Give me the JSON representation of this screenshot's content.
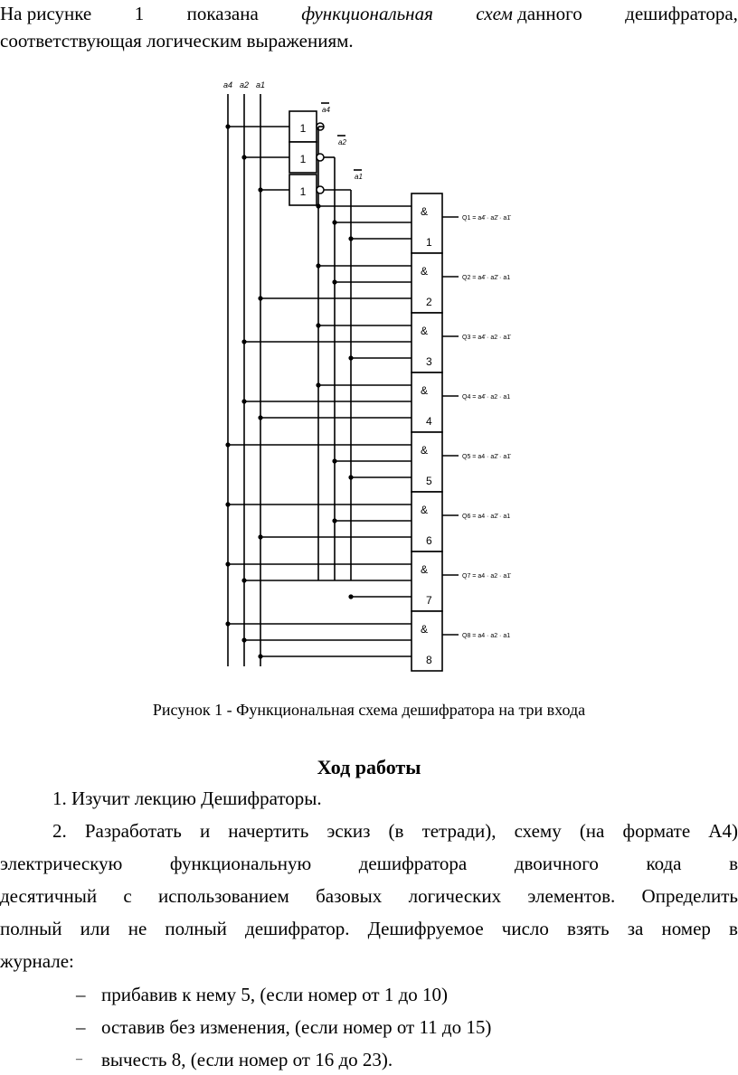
{
  "intro": {
    "line1_words": [
      "На рисунке",
      "1",
      "показана",
      "функциональная",
      "схем данного",
      "дешифратора,"
    ],
    "line1_italic_index": 3,
    "line1_italic_word": "функциональная",
    "line1_italic_word2": "схем",
    "line2": "соответствующая логическим выражениям."
  },
  "figure": {
    "input_labels": [
      "a4",
      "a2",
      "a1"
    ],
    "inverter_symbol": "1",
    "and_symbol": "&",
    "and_gates": [
      "1",
      "2",
      "3",
      "4",
      "5",
      "6",
      "7",
      "8"
    ],
    "inverted_labels": [
      "a4",
      "a2",
      "a1"
    ],
    "outputs": [
      "Q1 = a4̄ · a2̄ · a1̄",
      "Q2 = a4̄ · a2̄ · a1",
      "Q3 = a4̄ · a2 · a1̄",
      "Q4 = a4̄ · a2 · a1",
      "Q5 = a4 · a2̄ · a1̄",
      "Q6 = a4 · a2̄ · a1",
      "Q7 = a4 · a2 · a1̄",
      "Q8 = a4 · a2 · a1"
    ]
  },
  "caption": "Рисунок 1 - Функциональная схема дешифратора на три входа",
  "heading": "Ход работы",
  "steps": {
    "step1": "1. Изучит лекцию Дешифраторы.",
    "step2_l1_words": [
      "2.",
      "Разработать",
      "и",
      "начертить",
      "эскиз",
      "(в",
      "тетради),",
      "схему",
      "(на",
      "формате",
      "А4)"
    ],
    "step2_l2_words": [
      "электрическую",
      "функциональную",
      "дешифратора",
      "двоичного",
      "кода",
      "в"
    ],
    "step2_l3_words": [
      "десятичный",
      "с",
      "использованием",
      "базовых",
      "логических",
      "элементов.",
      "Определить"
    ],
    "step2_l4_words": [
      "полный",
      "или",
      "не",
      "полный",
      "дешифратор.",
      "Дешифруемое",
      "число",
      "взять",
      "за",
      "номер",
      "в"
    ],
    "step2_l5": "журнале:"
  },
  "list": [
    {
      "dash": "–",
      "text": "прибавив к нему 5, (если номер от 1 до 10)"
    },
    {
      "dash": "–",
      "text": "оставив без изменения, (если номер от 11 до 15)"
    },
    {
      "dash": "–",
      "text": "вычесть 8, (если номер от 16 до 23)."
    }
  ]
}
